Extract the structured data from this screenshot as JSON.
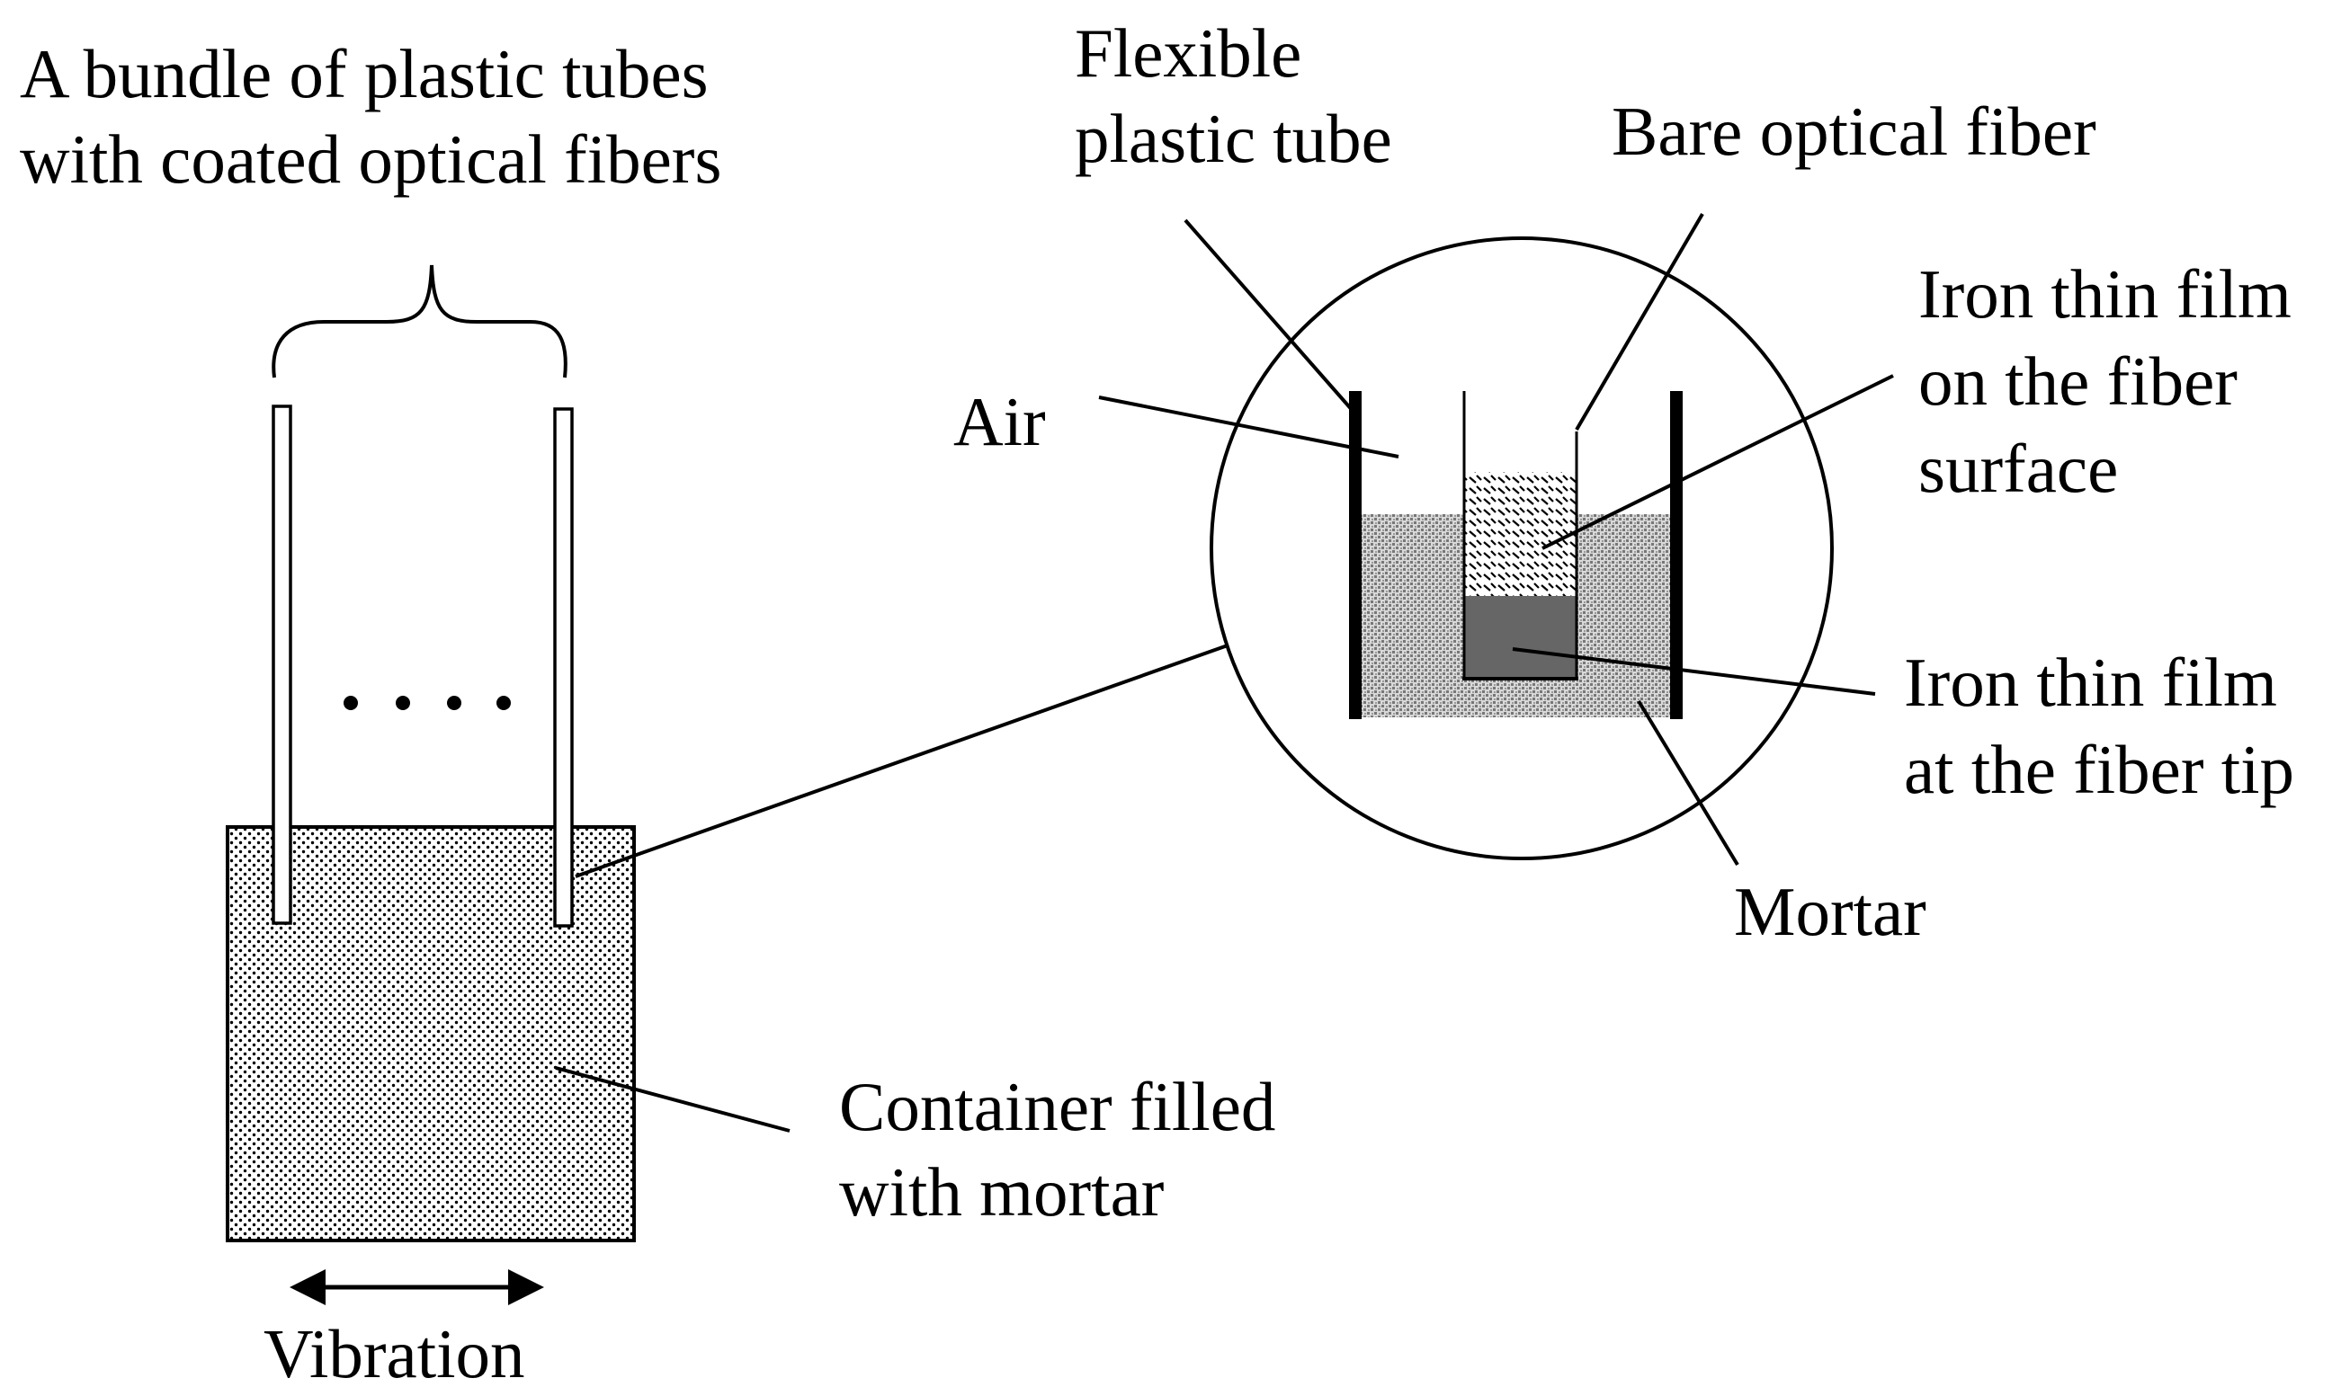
{
  "labels": {
    "bundle_line1": "A bundle of plastic tubes",
    "bundle_line2": "with coated optical fibers",
    "flexible_line1": "Flexible",
    "flexible_line2": "plastic tube",
    "bare_fiber": "Bare optical fiber",
    "air": "Air",
    "iron_surface_line1": "Iron thin film",
    "iron_surface_line2": "on the fiber",
    "iron_surface_line3": "surface",
    "iron_tip_line1": "Iron thin film",
    "iron_tip_line2": "at the fiber tip",
    "mortar": "Mortar",
    "container_line1": "Container filled",
    "container_line2": "with mortar",
    "ellipsis": "....",
    "vibration": "Vibration"
  },
  "colors": {
    "ink": "#000000",
    "mortar_fill": "#888888",
    "iron_tip_fill": "#666666",
    "background": "#ffffff"
  }
}
